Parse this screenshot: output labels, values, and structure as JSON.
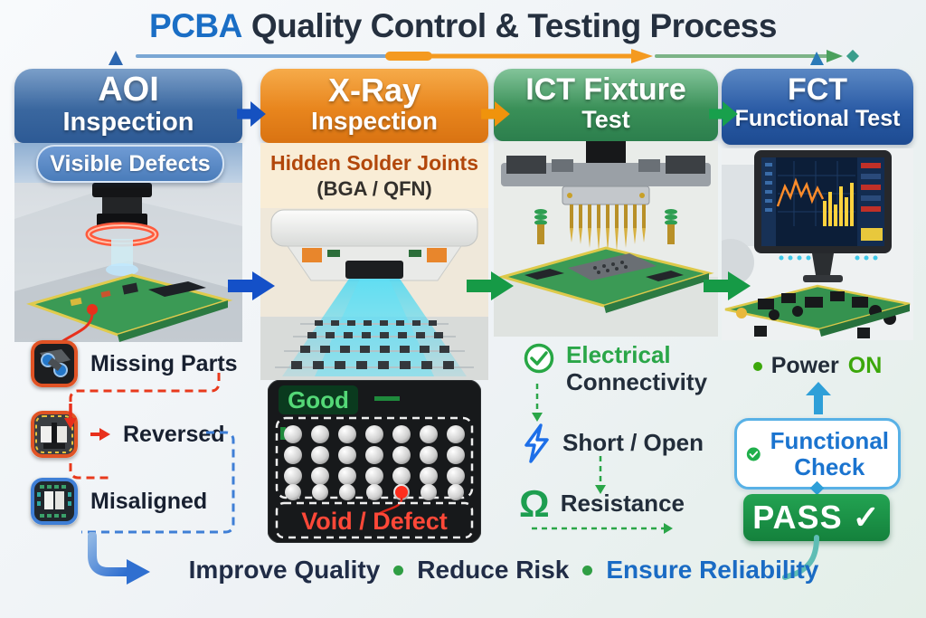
{
  "title": {
    "brand": "PCBA",
    "rest": "Quality Control & Testing Process"
  },
  "columns": {
    "aoi": {
      "title": "AOI",
      "subtitle": "Inspection",
      "badge": "Visible Defects",
      "defects": [
        "Missing Parts",
        "Reversed",
        "Misaligned"
      ]
    },
    "xray": {
      "title": "X-Ray",
      "subtitle": "Inspection",
      "note_line1": "Hidden Solder Joints",
      "note_line2": "(BGA / QFN)",
      "good_label": "Good",
      "defect_label": "Void / Defect"
    },
    "ict": {
      "title": "ICT Fixture",
      "subtitle": "Test",
      "check1_line1": "Electrical",
      "check1_line2": "Connectivity",
      "check2": "Short / Open",
      "check3": "Resistance",
      "omega_glyph": "Ω"
    },
    "fct": {
      "title": "FCT",
      "subtitle": "Functional Test",
      "power_label": "Power",
      "power_state": "ON",
      "func_line1": "Functional",
      "func_line2": "Check",
      "pass_label": "PASS",
      "pass_mark": "✓"
    }
  },
  "footer": {
    "item1": "Improve Quality",
    "item2": "Reduce Risk",
    "item3": "Ensure Reliability"
  },
  "colors": {
    "brand_blue": "#1a6ec5",
    "flow_orange": "#f0930c",
    "flow_green": "#18a04c",
    "dark_text": "#25303f",
    "defect_red": "#e8391c",
    "pass_green": "#1b9447"
  }
}
